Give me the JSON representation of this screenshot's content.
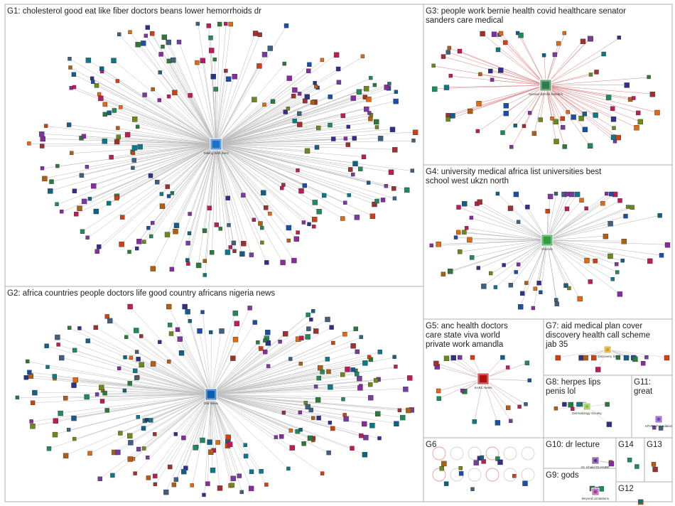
{
  "groups": [
    {
      "id": "G1",
      "label": "G1: cholesterol good eat like fiber doctors beans lower hemorrhoids dr",
      "hub": "Talking With Docs",
      "hub_color": "#1a73c8",
      "edge_color": "#b8b8b8",
      "node_count": 260
    },
    {
      "id": "G2",
      "label": "G2: africa countries people doctors life good country africans nigeria news",
      "hub": "DW News",
      "hub_color": "#0a5fb4",
      "edge_color": "#c0c0c0",
      "node_count": 230
    },
    {
      "id": "G3",
      "label": "G3: people work bernie health covid healthcare senator sanders care medical",
      "hub": "Senator Bernie Sanders",
      "hub_color": "#2e7d4a",
      "edge_color": "#d88080",
      "node_count": 75
    },
    {
      "id": "G4",
      "label": "G4: university medical africa list universities best school west ukzn north",
      "hub": "Doctors",
      "hub_color": "#2e9e3e",
      "edge_color": "#b0b0b0",
      "node_count": 75
    },
    {
      "id": "G5",
      "label": "G5: anc health doctors care state viva world private work amandla",
      "hub": "SABC News",
      "hub_color": "#b01010",
      "edge_color": "#c8a0a0",
      "node_count": 20
    },
    {
      "id": "G6",
      "label": "G6",
      "hub": "",
      "hub_color": "#e08020",
      "edge_color": "#f0b0b0",
      "node_count": 14
    },
    {
      "id": "G7",
      "label": "G7: aid medical plan cover discovery health call scheme jab 35",
      "hub": "Discovery SA",
      "hub_color": "#d4a010",
      "edge_color": "#c8c8c8",
      "node_count": 14
    },
    {
      "id": "G8",
      "label": "G8: herpes lips penis lol",
      "hub": "Dermatology Society",
      "hub_color": "#8bc040",
      "edge_color": "#c8c8c8",
      "node_count": 9
    },
    {
      "id": "G9",
      "label": "G9: gods",
      "hub": "Beyond Limitations",
      "hub_color": "#a040a0",
      "edge_color": "#c8c8c8",
      "node_count": 3
    },
    {
      "id": "G10",
      "label": "G10: dr lecture",
      "hub": "Dr. Khalid DUANBE",
      "hub_color": "#603090",
      "edge_color": "#c8c8c8",
      "node_count": 3
    },
    {
      "id": "G11",
      "label": "G11: great",
      "hub": "AFHRS Foundation",
      "hub_color": "#8040c0",
      "edge_color": "#c8c8c8",
      "node_count": 2
    },
    {
      "id": "G12",
      "label": "G12",
      "hub": "",
      "hub_color": "#5a6a7a",
      "edge_color": "#c8c8c8",
      "node_count": 2
    },
    {
      "id": "G13",
      "label": "G13",
      "hub": "",
      "hub_color": "#405060",
      "edge_color": "#c8c8c8",
      "node_count": 2
    },
    {
      "id": "G14",
      "label": "G14",
      "hub": "",
      "hub_color": "#208080",
      "edge_color": "#c8c8c8",
      "node_count": 2
    }
  ],
  "colors": {
    "panel_border": "#b0b0b0",
    "node_palette": [
      "#d04010",
      "#1a4fa8",
      "#2c7a3a",
      "#8a2aa0",
      "#e06a10",
      "#0a7a8a",
      "#c01a5a",
      "#30308a",
      "#6a8a1a",
      "#10608a",
      "#a03030",
      "#406080",
      "#208a5a",
      "#7a3aa0",
      "#b06010"
    ]
  }
}
